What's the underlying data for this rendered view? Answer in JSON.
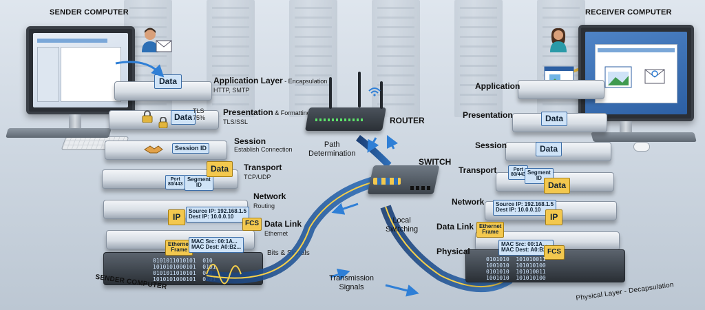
{
  "sender": {
    "title": "SENDER COMPUTER",
    "footer": "SENDER COMPUTER",
    "layers": [
      {
        "name": "Application Layer",
        "desc": " - Encapsulation",
        "sub": "HTTP, SMTP"
      },
      {
        "name": "Presentation",
        "desc": " & Formatting",
        "sub": "TLS/SSL"
      },
      {
        "name": "Session",
        "desc": "",
        "sub": "Establish Connection"
      },
      {
        "name": "Transport",
        "desc": "",
        "sub": "TCP/UDP"
      },
      {
        "name": "Network",
        "desc": "",
        "sub": "Routing"
      },
      {
        "name": "Data Link",
        "desc": "",
        "sub": "Ethernet"
      },
      {
        "name": "",
        "desc": "",
        "sub": "Bits & Signals"
      }
    ],
    "tags": {
      "data": "Data",
      "data2": "Data",
      "tls": "TLS\n75%",
      "session_id": "Session ID",
      "port": "Port\n80/443",
      "segment": "Segment\nID",
      "data3": "Data",
      "ip": "IP",
      "source_ip": "Source IP: 192.168.1.5\nDest IP: 10.0.0.10",
      "ethernet": "Ethernet\nFrame",
      "mac": "MAC Src: 00:1A...\nMAC Dest: A0:B2...",
      "fcs": "FCS"
    }
  },
  "receiver": {
    "title": "RECEIVER COMPUTER",
    "footer": "Physical Layer - Decapsulation",
    "layers": [
      "Application",
      "Presentation",
      "Session",
      "Transport",
      "Network",
      "Data Link",
      "Physical"
    ],
    "tags": {
      "data1": "Data",
      "data2": "Data",
      "port": "Port\n80/443",
      "segment": "Segment\nID",
      "data3": "Data",
      "source_ip": "Source IP: 192.168.1.5\nDest IP: 10.0.0.10",
      "ip": "IP",
      "ethernet": "Ethernet\nFrame",
      "mac": "MAC Src: 00:1A...\nMAC Dest: A0:B2...",
      "fcs": "FCS"
    }
  },
  "network": {
    "router": "ROUTER",
    "switch": "SWITCH",
    "path": "Path\nDetermination",
    "local": "Local\nSwitching",
    "transmission": "Transmission\nSignals"
  },
  "binary": {
    "sender": "0101011010101  010\n1010101000101  0101\n0101011010101  010\n1010101000101  0101",
    "receiver": "0101010  101010011\n1001010  101010100\n0101010  101010011\n1001010  101010100"
  },
  "colors": {
    "accent_blue": "#2f7fd6",
    "accent_yellow": "#f3c84e",
    "cable_glow": "#f6d04a"
  }
}
